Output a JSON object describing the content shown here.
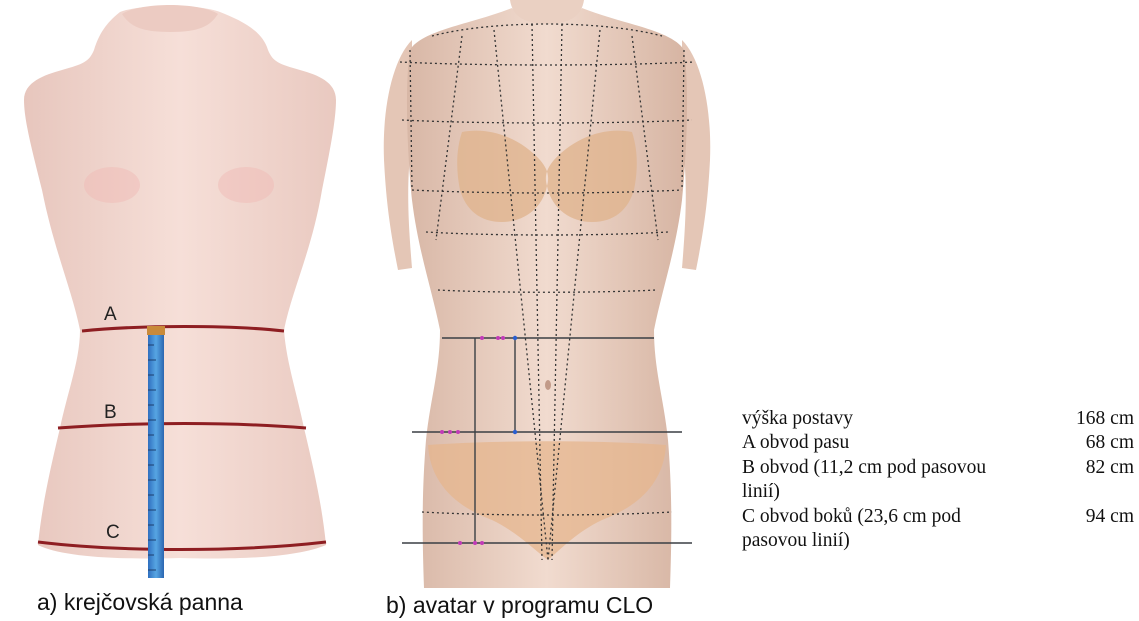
{
  "figure_a": {
    "caption": "a) krejčovská panna",
    "markers": {
      "a": "A",
      "b": "B",
      "c": "C"
    }
  },
  "figure_b": {
    "caption": "b) avatar v programu CLO"
  },
  "measurements": [
    {
      "label": "výška postavy",
      "value": "168 cm"
    },
    {
      "label": "A obvod pasu",
      "value": "68 cm"
    },
    {
      "label": "B obvod (11,2 cm pod pasovou linií)",
      "value": "82 cm"
    },
    {
      "label": "C obvod boků (23,6 cm pod pasovou linií)",
      "value": "94 cm"
    }
  ]
}
